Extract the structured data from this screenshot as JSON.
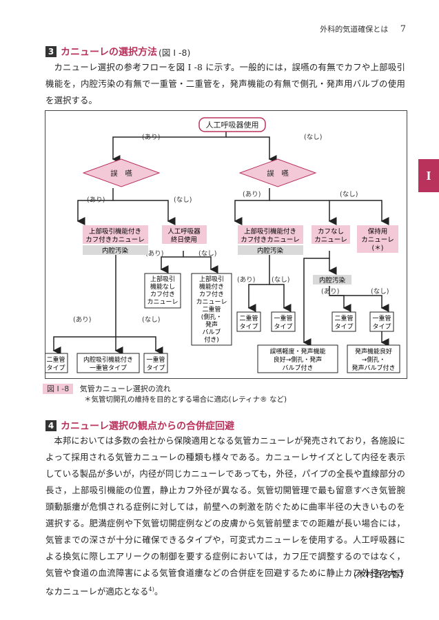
{
  "header": {
    "running_title": "外科的気道確保とは",
    "page_number": "7"
  },
  "side_tab": {
    "label": "I"
  },
  "section3": {
    "number": "3",
    "title": "カニューレの選択方法",
    "ref": "(図 I -8)",
    "paragraph": "カニューレ選択の参考フローを図 I -8 に示す。一般的には，誤嚥の有無でカフや上部吸引機能を，内腔汚染の有無で一重管・二重管を，発声機能の有無で側孔・発声用バルブの使用を選択する。"
  },
  "flowchart": {
    "root": "人工呼吸器使用",
    "ari": "(あり)",
    "nashi": "(なし)",
    "gomu": "誤　嚥",
    "n_left_a": [
      "上部吸引機能付き",
      "カフ付きカニューレ"
    ],
    "n_left_b": [
      "人工呼吸器",
      "終日使用"
    ],
    "n_right_a": [
      "上部吸引機能付き",
      "カフ付きカニューレ"
    ],
    "n_right_b": [
      "カフなし",
      "カニューレ"
    ],
    "n_right_c": [
      "保持用",
      "カニューレ",
      "(＊)"
    ],
    "naikou": "内腔汚染",
    "box_upper_no_cuff": [
      "上部吸引",
      "機能なし",
      "カフ付き",
      "カニューレ"
    ],
    "box_upper_double": [
      "上部吸引",
      "機能付き",
      "カフ付き",
      "カニューレ",
      "二重管",
      "(側孔・",
      "発声",
      "バルブ",
      "付き)"
    ],
    "nijyu": [
      "二重管",
      "タイプ"
    ],
    "ichijyu": [
      "一重管",
      "タイプ"
    ],
    "box_naikou_ichijyu": [
      "内腔吸引機能付き",
      "一重管タイプ"
    ],
    "box_gomu_light": [
      "誤嚥軽度・発声機能",
      "良好→側孔・発声",
      "バルブ付き"
    ],
    "box_voice_good": [
      "発声機能良好",
      "→側孔・",
      "発声バルブ付き"
    ]
  },
  "caption": {
    "label": "図 I -8",
    "title": "気管カニューレ選択の流れ",
    "note": "＊気管切開孔の維持を目的とする場合に適応(レティナ® など)"
  },
  "section4": {
    "number": "4",
    "title": "カニューレ選択の観点からの合併症回避",
    "paragraph": "本邦においては多数の会社から保険適用となる気管カニューレが発売されており，各施設によって採用される気管カニューレの種類も様々である。カニューレサイズとして内径を表示している製品が多いが，内径が同じカニューレであっても，外径，パイプの全長や直線部分の長さ，上部吸引機能の位置，静止カフ外径が異なる。気管切開管理で最も留意すべき気管腕頭動脈瘻が危惧される症例に対しては，前壁への刺激を防ぐために曲率半径の大きいものを選択する。肥満症例や下気管切開症例などの皮膚から気管前壁までの距離が長い場合には，気管までの深さが十分に確保できるタイプや，可変式カニューレを使用する。人工呼吸器による換気に際しエアリークの制御を要する症例においては，カフ圧で調整するのではなく，気管や食道の血流障害による気管食道瘻などの合併症を回避するために静止カフ外径の大きなカニューレが適応となる",
    "sup": "4)",
    "tail": "。",
    "author": "(木村百合香)"
  }
}
